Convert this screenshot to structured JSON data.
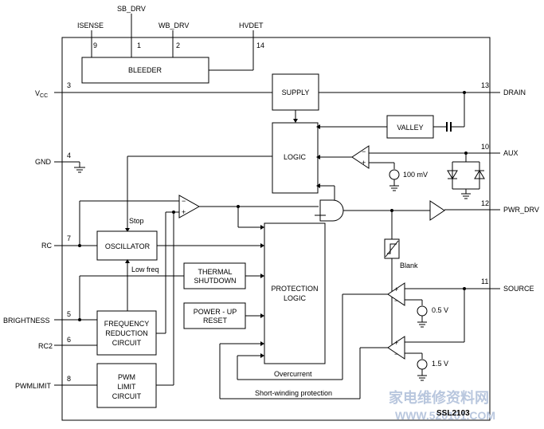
{
  "chip": {
    "name": "SSL2103"
  },
  "top_pins": {
    "isense": {
      "name": "ISENSE",
      "num": "9"
    },
    "sb_drv": {
      "name": "SB_DRV",
      "num": "1"
    },
    "wb_drv": {
      "name": "WB_DRV",
      "num": "2"
    },
    "hvdet": {
      "name": "HVDET",
      "num": "14"
    }
  },
  "left_pins": {
    "vcc": {
      "name_main": "V",
      "name_sub": "CC",
      "num": "3"
    },
    "gnd": {
      "name": "GND",
      "num": "4"
    },
    "rc": {
      "name": "RC",
      "num": "7"
    },
    "brightness": {
      "name": "BRIGHTNESS",
      "num": "5"
    },
    "rc2": {
      "name": "RC2",
      "num": "6"
    },
    "pwmlimit": {
      "name": "PWMLIMIT",
      "num": "8"
    }
  },
  "right_pins": {
    "drain": {
      "name": "DRAIN",
      "num": "13"
    },
    "aux": {
      "name": "AUX",
      "num": "10"
    },
    "pwr_drv": {
      "name": "PWR_DRV",
      "num": "12"
    },
    "source": {
      "name": "SOURCE",
      "num": "11"
    }
  },
  "blocks": {
    "bleeder": "BLEEDER",
    "supply": "SUPPLY",
    "logic": "LOGIC",
    "valley": "VALLEY",
    "oscillator": "OSCILLATOR",
    "thermal_1": "THERMAL",
    "thermal_2": "SHUTDOWN",
    "power_up_1": "POWER - UP",
    "power_up_2": "RESET",
    "protection_1": "PROTECTION",
    "protection_2": "LOGIC",
    "freq_1": "FREQUENCY",
    "freq_2": "REDUCTION",
    "freq_3": "CIRCUIT",
    "pwm_1": "PWM",
    "pwm_2": "LIMIT",
    "pwm_3": "CIRCUIT"
  },
  "labels": {
    "stop": "Stop",
    "low_freq": "Low freq",
    "blank": "Blank",
    "overcurrent": "Overcurrent",
    "short_winding": "Short-winding protection",
    "v100": "100 mV",
    "v05": "0.5 V",
    "v15": "1.5 V"
  },
  "watermark": {
    "line1": "家电维修资料网",
    "line2": "WWW.520101.COM"
  }
}
